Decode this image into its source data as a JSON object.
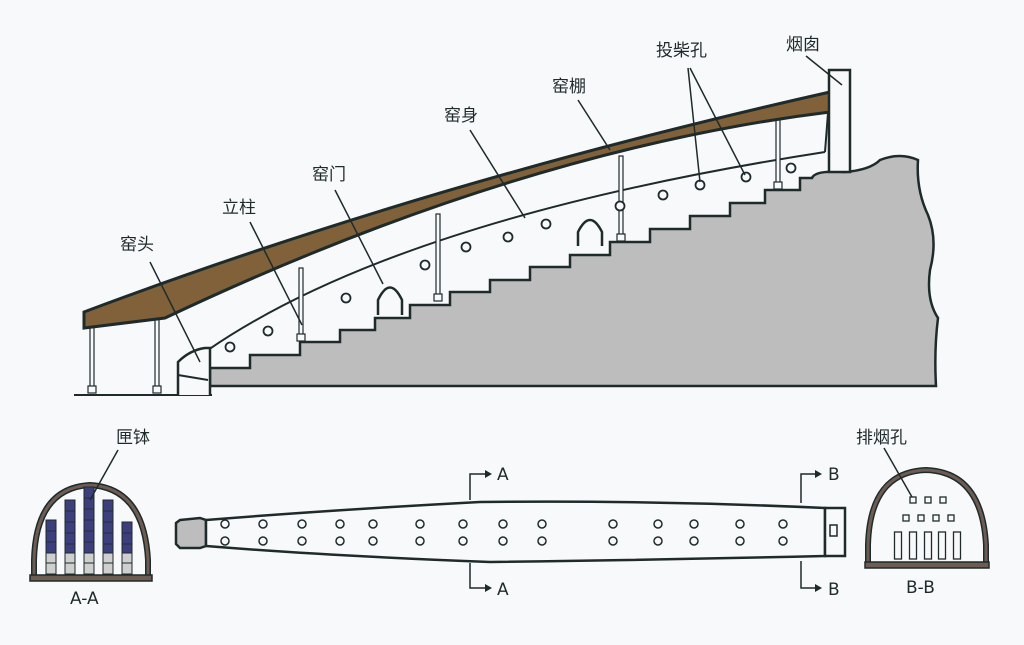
{
  "labels": {
    "kiln_head": "窑头",
    "pillar": "立柱",
    "kiln_door": "窑门",
    "kiln_body": "窑身",
    "kiln_shed": "窑棚",
    "firewood_hole": "投柴孔",
    "chimney": "烟囱",
    "saggar": "匣钵",
    "smoke_vent": "排烟孔",
    "section_a": "A-A",
    "section_b": "B-B",
    "mark_a": "A",
    "mark_b": "B"
  },
  "colors": {
    "line": "#1f2b2b",
    "roof": "#80613a",
    "ground": "#bdbdbd",
    "arch": "#6e5c52",
    "saggar": "#3d3f7c",
    "saggar_base": "#cfcfcf"
  }
}
